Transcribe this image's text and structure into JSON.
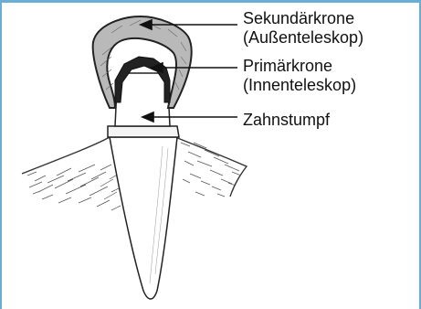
{
  "labels": {
    "secondary_crown_line1": "Sekundärkrone",
    "secondary_crown_line2": "(Außenteleskop)",
    "primary_crown_line1": "Primärkrone",
    "primary_crown_line2": "(Innenteleskop)",
    "tooth_stump": "Zahnstumpf"
  },
  "colors": {
    "frame_border": "#6aaed6",
    "ink": "#111111",
    "outer_telescope_fill": "#b9b9b9",
    "inner_telescope_fill": "#222222"
  }
}
